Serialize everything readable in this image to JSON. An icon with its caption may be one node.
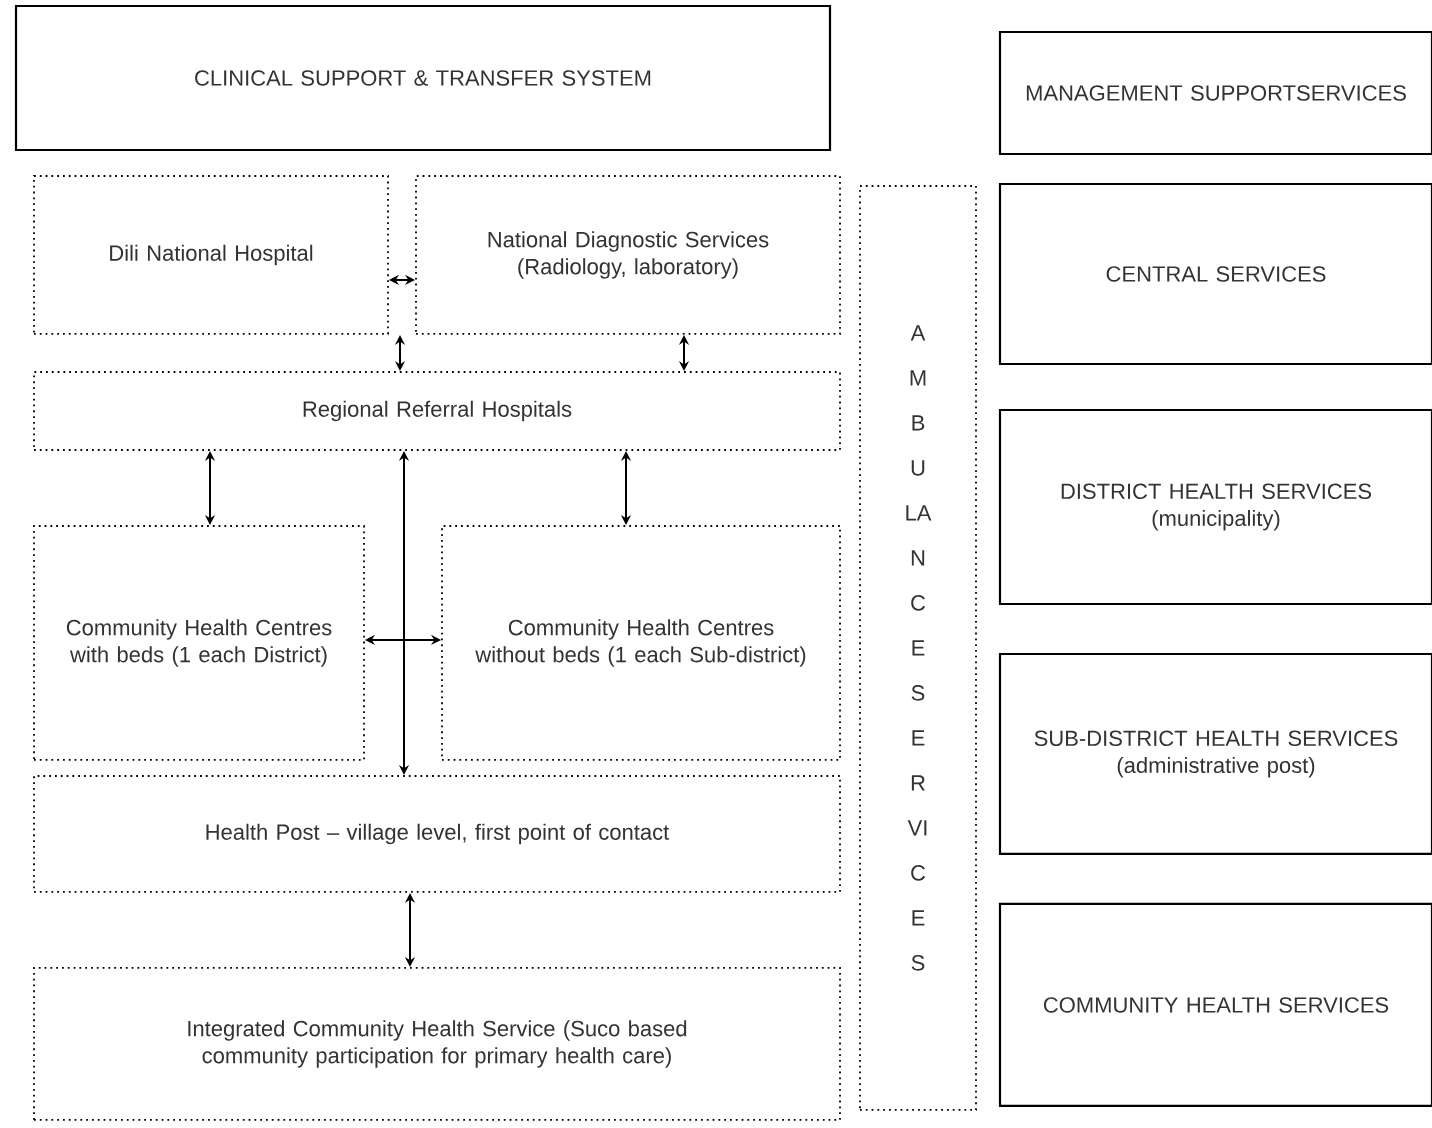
{
  "diagram": {
    "nodes": [
      {
        "text": [
          "CLINICAL SUPPORT & TRANSFER SYSTEM"
        ]
      },
      {
        "text": [
          "Dili National Hospital"
        ]
      },
      {
        "text": [
          "National Diagnostic Services (Radiology, laboratory)"
        ]
      },
      {
        "text": [
          "Regional Referral Hospitals"
        ]
      },
      {
        "text": [
          "Community Health Centres with beds (1 each District)"
        ]
      },
      {
        "text": [
          "Community Health Centres without beds (1 each Sub-district)"
        ]
      },
      {
        "text": [
          "Health Post – village level, first point of contact"
        ]
      },
      {
        "text": [
          "Integrated Community Health Service (Suco based community participation for primary health care)"
        ]
      },
      {
        "text": [
          "AMBULANCE SERVICES"
        ]
      },
      {
        "text": [
          "MANAGEMENT SUPPORTSERVICES"
        ]
      },
      {
        "text": [
          "CENTRAL SERVICES"
        ]
      },
      {
        "text": [
          "DISTRICT HEALTH SERVICES",
          "(municipality)"
        ]
      },
      {
        "text": [
          "SUB-DISTRICT HEALTH SERVICES",
          "(administrative post)"
        ]
      },
      {
        "text": [
          "COMMUNITY HEALTH SERVICES"
        ]
      }
    ],
    "edges": [
      {
        "from": 1,
        "to": 2,
        "arrow": "both"
      },
      {
        "from": 1,
        "to": 3,
        "arrow": "both"
      },
      {
        "from": 2,
        "to": 3,
        "arrow": "both"
      },
      {
        "from": 3,
        "to": 4,
        "arrow": "both"
      },
      {
        "from": 3,
        "to": 5,
        "arrow": "both"
      },
      {
        "from": 4,
        "to": 5,
        "arrow": "both"
      },
      {
        "from": 3,
        "to": 6,
        "arrow": "both"
      },
      {
        "from": 6,
        "to": 7,
        "arrow": "both"
      }
    ]
  }
}
